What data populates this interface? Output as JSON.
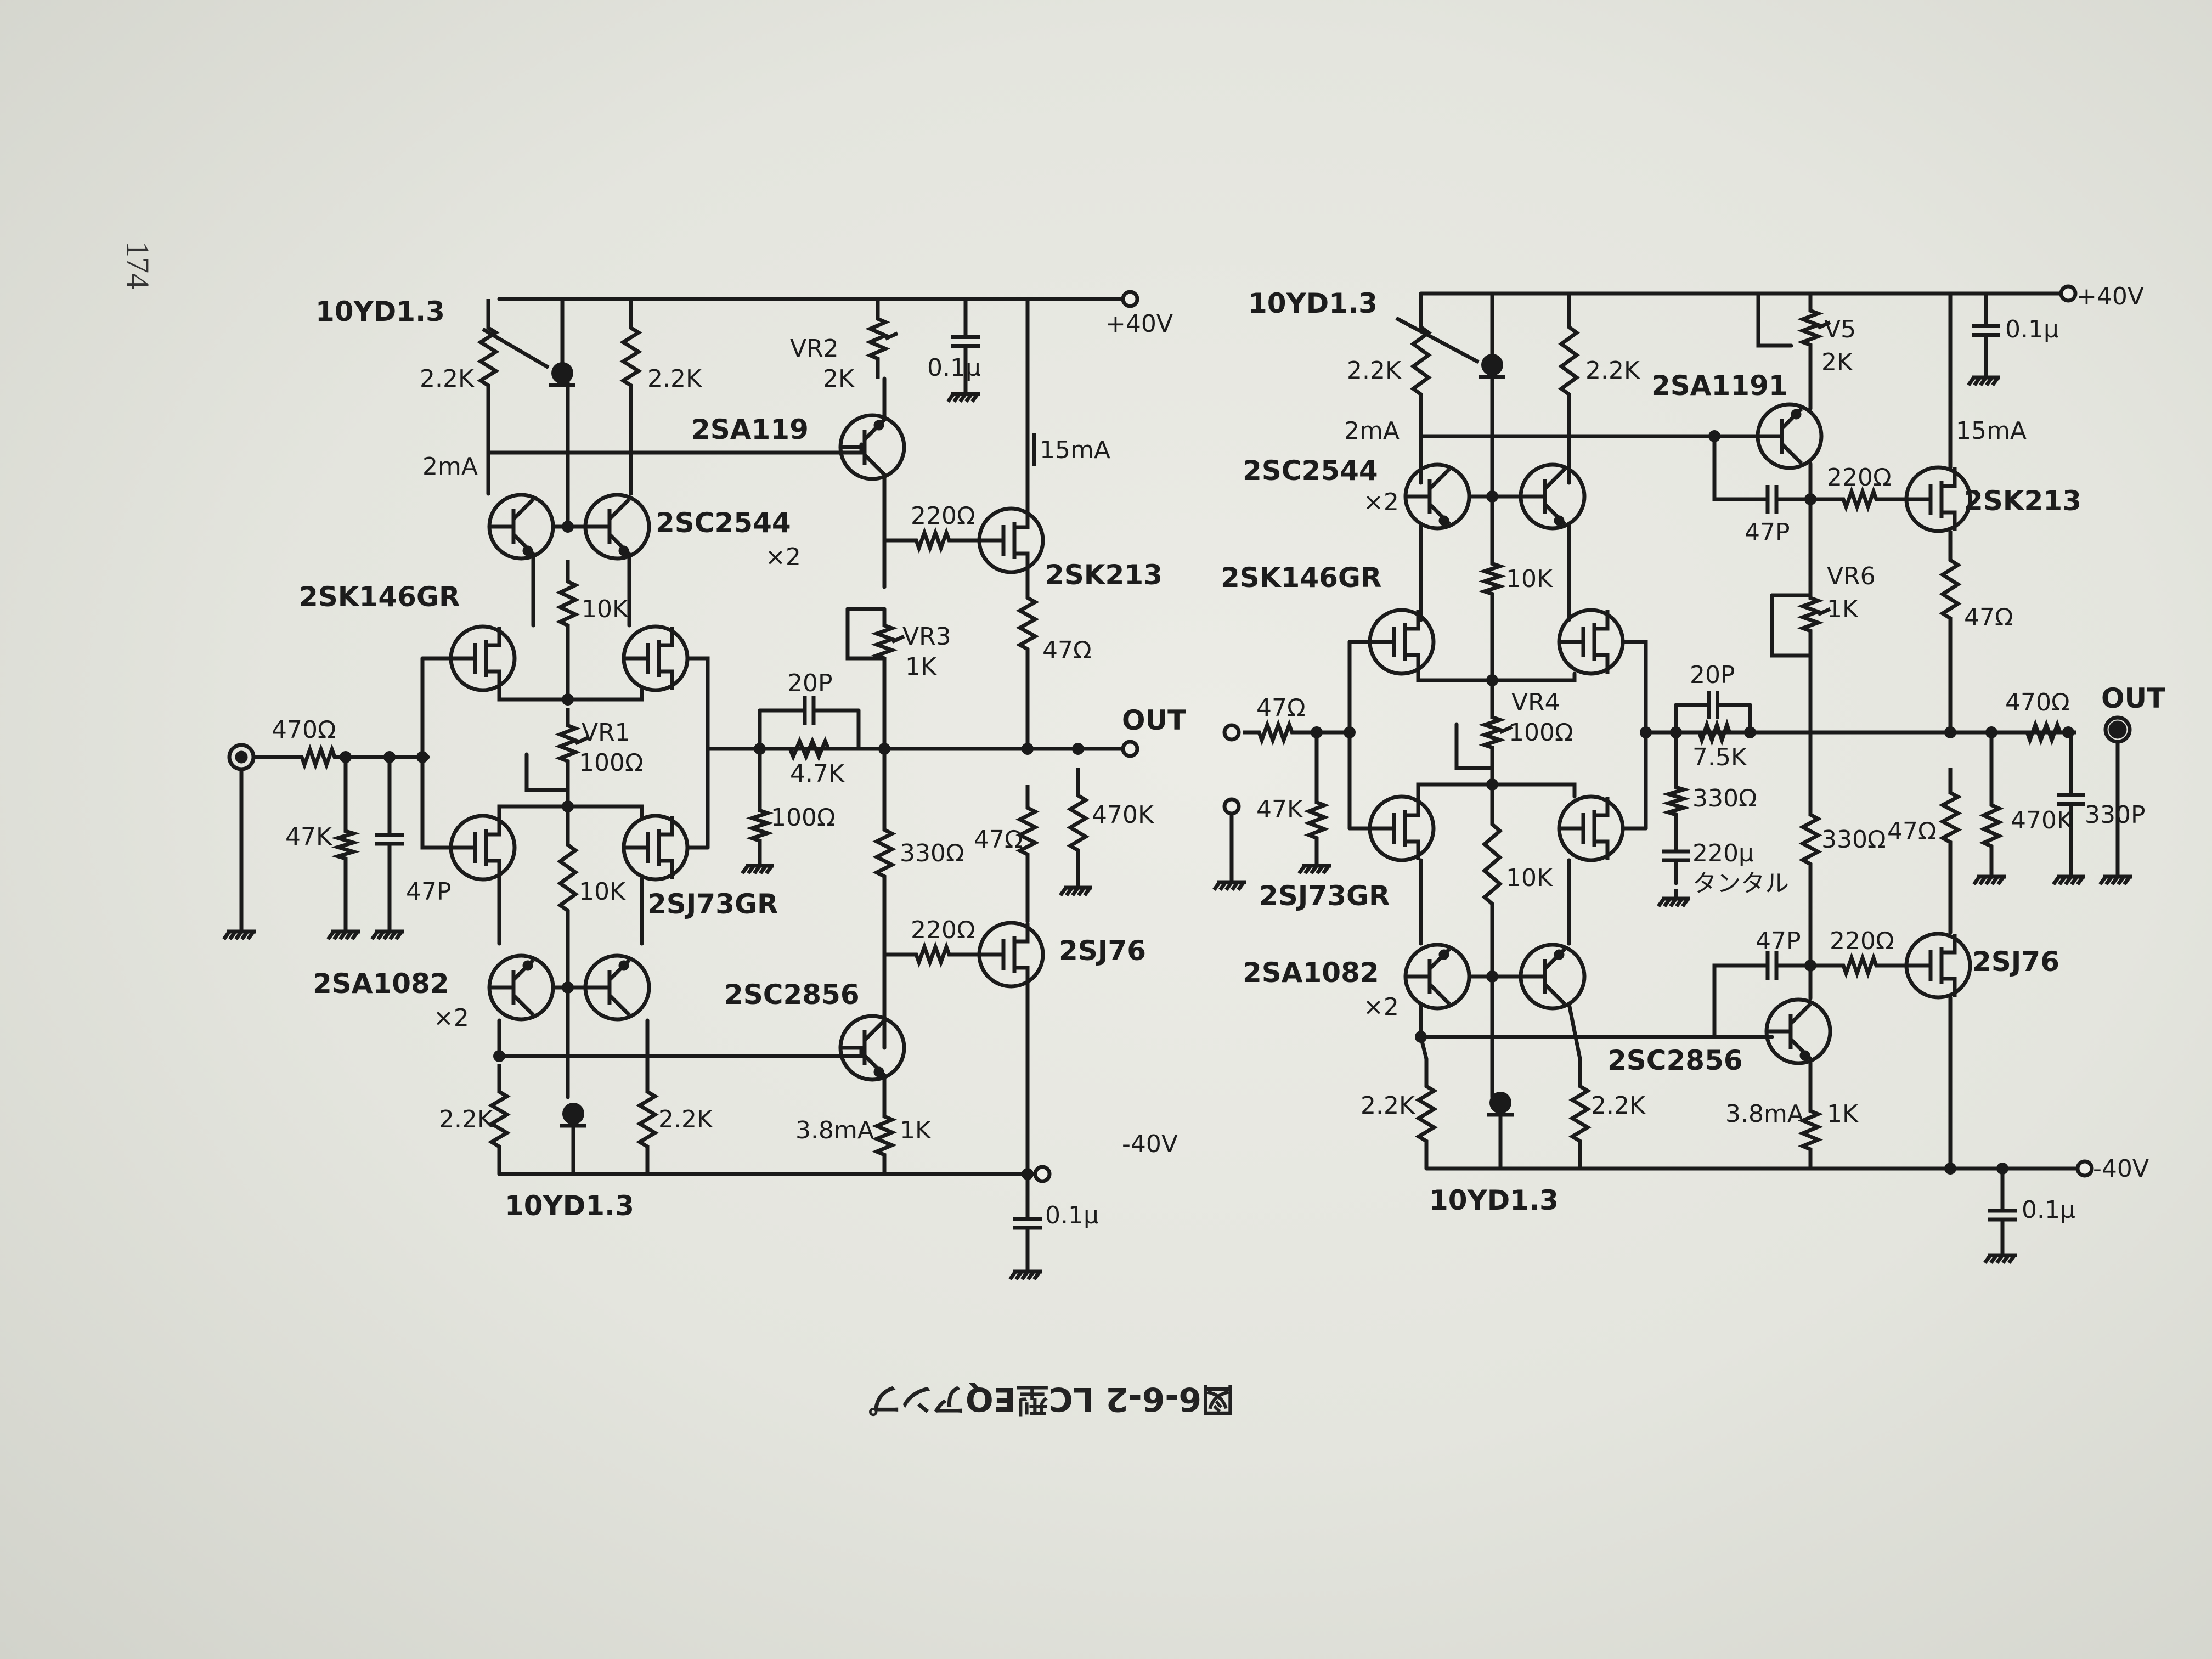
{
  "page_number": "174",
  "caption": "図6-6-2 LC型EQアンプ",
  "circuits": [
    {
      "id": "left",
      "labels": {
        "supply_pos": "+40V",
        "supply_neg": "-40V",
        "input_resistor": "470Ω",
        "input_shunt": "47K",
        "input_cap": "47P",
        "ref_diode_top": "10YD1.3",
        "ref_diode_bottom": "10YD1.3",
        "r_top_left": "2.2K",
        "r_top_right": "2.2K",
        "r_bottom_left": "2.2K",
        "r_bottom_right": "2.2K",
        "current_top": "2mA",
        "npn_pair": "2SC2544",
        "npn_pair_mult": "×2",
        "pnp_pair": "2SA1082",
        "pnp_pair_mult": "×2",
        "jfet_n": "2SK146GR",
        "jfet_p": "2SJ73GR",
        "r_10k_top": "10K",
        "r_10k_bottom": "10K",
        "vr1": "VR1",
        "vr1_value": "100Ω",
        "vr2": "VR2",
        "vr2_value": "2K",
        "vr3": "VR3",
        "vr3_value": "1K",
        "pnp_driver": "2SA119",
        "npn_driver": "2SC2856",
        "bypass_cap_top": "0.1μ",
        "bypass_cap_bottom": "0.1μ",
        "current_out_top": "15mA",
        "current_out_bottom": "3.8mA",
        "gate_r_top": "220Ω",
        "gate_r_bottom": "220Ω",
        "mosfet_n": "2SK213",
        "mosfet_p": "2SJ76",
        "source_r_top": "47Ω",
        "source_r_bottom": "47Ω",
        "fb_cap": "20P",
        "fb_resistor": "4.7K",
        "fb_shunt": "100Ω",
        "r_330": "330Ω",
        "r_1k": "1K",
        "load_r": "470K",
        "out_label": "OUT"
      }
    },
    {
      "id": "right",
      "labels": {
        "supply_pos": "+40V",
        "supply_neg": "-40V",
        "input_resistor": "47Ω",
        "input_shunt": "47K",
        "ref_diode_top": "10YD1.3",
        "ref_diode_bottom": "10YD1.3",
        "r_top_left": "2.2K",
        "r_top_right": "2.2K",
        "r_bottom_left": "2.2K",
        "r_bottom_right": "2.2K",
        "current_top": "2mA",
        "npn_pair": "2SC2544",
        "npn_pair_mult": "×2",
        "pnp_pair": "2SA1082",
        "pnp_pair_mult": "×2",
        "jfet_n": "2SK146GR",
        "jfet_p": "2SJ73GR",
        "r_10k_top": "10K",
        "r_10k_bottom": "10K",
        "vr4": "VR4",
        "vr4_value": "100Ω",
        "vr5": "V5",
        "vr5_value": "2K",
        "vr6": "VR6",
        "vr6_value": "1K",
        "pnp_driver": "2SA1191",
        "npn_driver": "2SC2856",
        "comp_cap_top": "47P",
        "comp_cap_bottom": "47P",
        "bypass_cap_top": "0.1μ",
        "bypass_cap_bottom": "0.1μ",
        "current_out_top": "15mA",
        "current_out_bottom": "3.8mA",
        "gate_r_top": "220Ω",
        "gate_r_bottom": "220Ω",
        "mosfet_n": "2SK213",
        "mosfet_p": "2SJ76",
        "source_r_top": "47Ω",
        "source_r_bottom": "47Ω",
        "fb_cap": "20P",
        "fb_resistor": "7.5K",
        "fb_shunt": "330Ω",
        "fb_elcap": "220μ",
        "fb_elcap_type": "タンタル",
        "r_330": "330Ω",
        "r_1k": "1K",
        "out_resistor": "470Ω",
        "load_r": "470K",
        "out_cap": "330P",
        "out_label": "OUT"
      }
    }
  ]
}
